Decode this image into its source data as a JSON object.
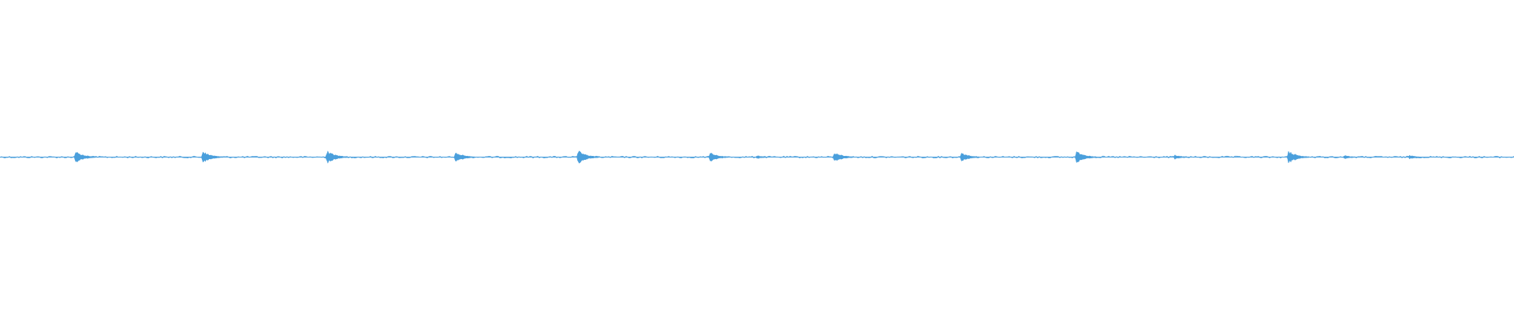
{
  "waveform": {
    "color": "#4a9fdc",
    "background": "#ffffff",
    "bursts": [
      {
        "position": 0.049,
        "amplitude": 0.02
      },
      {
        "position": 0.133,
        "amplitude": 0.02
      },
      {
        "position": 0.215,
        "amplitude": 0.022
      },
      {
        "position": 0.3,
        "amplitude": 0.018
      },
      {
        "position": 0.381,
        "amplitude": 0.022
      },
      {
        "position": 0.468,
        "amplitude": 0.016
      },
      {
        "position": 0.499,
        "amplitude": 0.006
      },
      {
        "position": 0.55,
        "amplitude": 0.018
      },
      {
        "position": 0.634,
        "amplitude": 0.016
      },
      {
        "position": 0.71,
        "amplitude": 0.02
      },
      {
        "position": 0.775,
        "amplitude": 0.008
      },
      {
        "position": 0.85,
        "amplitude": 0.022
      },
      {
        "position": 0.887,
        "amplitude": 0.006
      },
      {
        "position": 0.93,
        "amplitude": 0.006
      }
    ]
  }
}
